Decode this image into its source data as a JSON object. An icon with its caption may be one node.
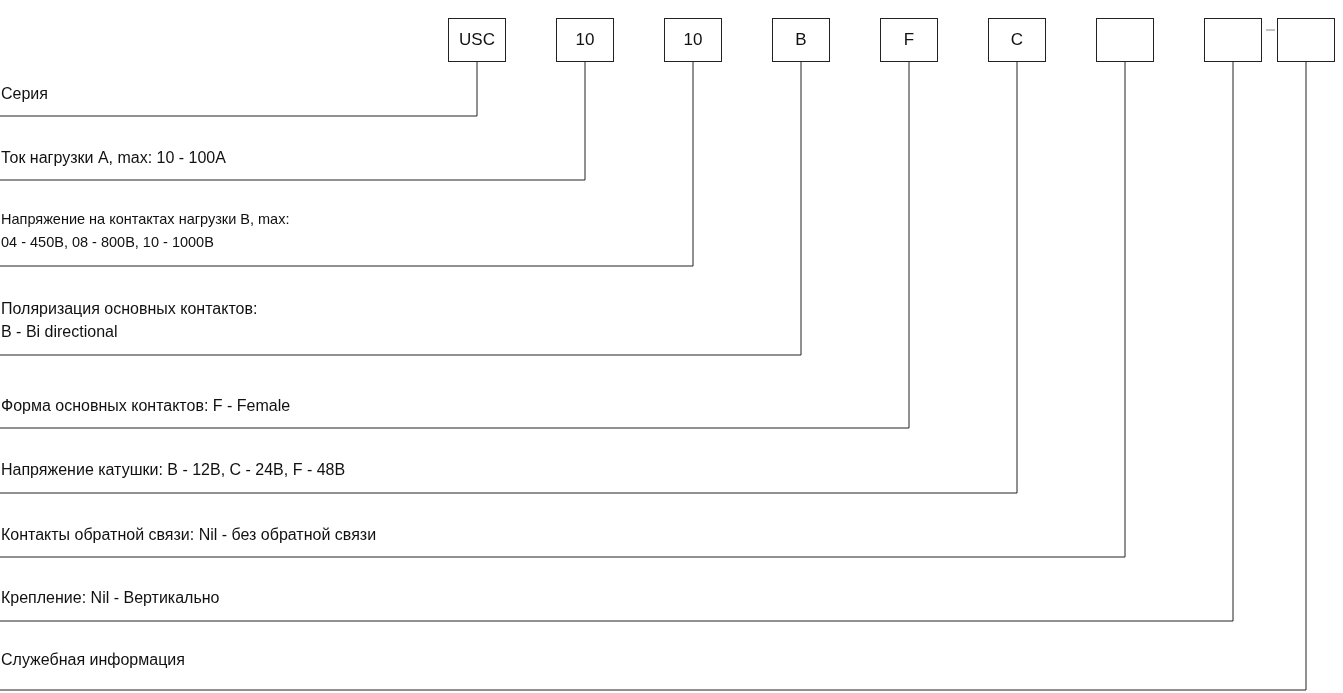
{
  "diagram": {
    "nodes": [
      {
        "text": [
          "USC"
        ]
      },
      {
        "text": [
          "10"
        ]
      },
      {
        "text": [
          "10"
        ]
      },
      {
        "text": [
          "B"
        ]
      },
      {
        "text": [
          "F"
        ]
      },
      {
        "text": [
          "C"
        ]
      },
      {
        "text": [],
        "shape": "box"
      },
      {
        "text": [],
        "shape": "box"
      },
      {
        "text": [],
        "shape": "box"
      },
      {
        "text": [
          "Серия"
        ]
      },
      {
        "text": [
          "Ток нагрузки А, max: 10 - 100А"
        ]
      },
      {
        "text": [
          "Напряжение на контактах нагрузки В, max:",
          "04 - 450В, 08 - 800В, 10 - 1000В"
        ]
      },
      {
        "text": [
          "Поляризация основных контактов:",
          "B - Bi directional"
        ]
      },
      {
        "text": [
          "Форма основных контактов: F - Female"
        ]
      },
      {
        "text": [
          "Напряжение катушки: B - 12В, C - 24В, F - 48В"
        ]
      },
      {
        "text": [
          "Контакты обратной связи: Nil - без обратной связи"
        ]
      },
      {
        "text": [
          "Крепление: Nil - Вертикально"
        ]
      },
      {
        "text": [
          "Служебная информация"
        ]
      }
    ],
    "edges": [
      {
        "from": 9,
        "to": 0,
        "arrow": "none"
      },
      {
        "from": 10,
        "to": 1,
        "arrow": "none"
      },
      {
        "from": 11,
        "to": 2,
        "arrow": "none"
      },
      {
        "from": 12,
        "to": 3,
        "arrow": "none"
      },
      {
        "from": 13,
        "to": 4,
        "arrow": "none"
      },
      {
        "from": 14,
        "to": 5,
        "arrow": "none"
      },
      {
        "from": 15,
        "to": 6,
        "arrow": "none"
      },
      {
        "from": 16,
        "to": 7,
        "arrow": "none"
      },
      {
        "from": 17,
        "to": 8,
        "arrow": "none"
      }
    ]
  }
}
